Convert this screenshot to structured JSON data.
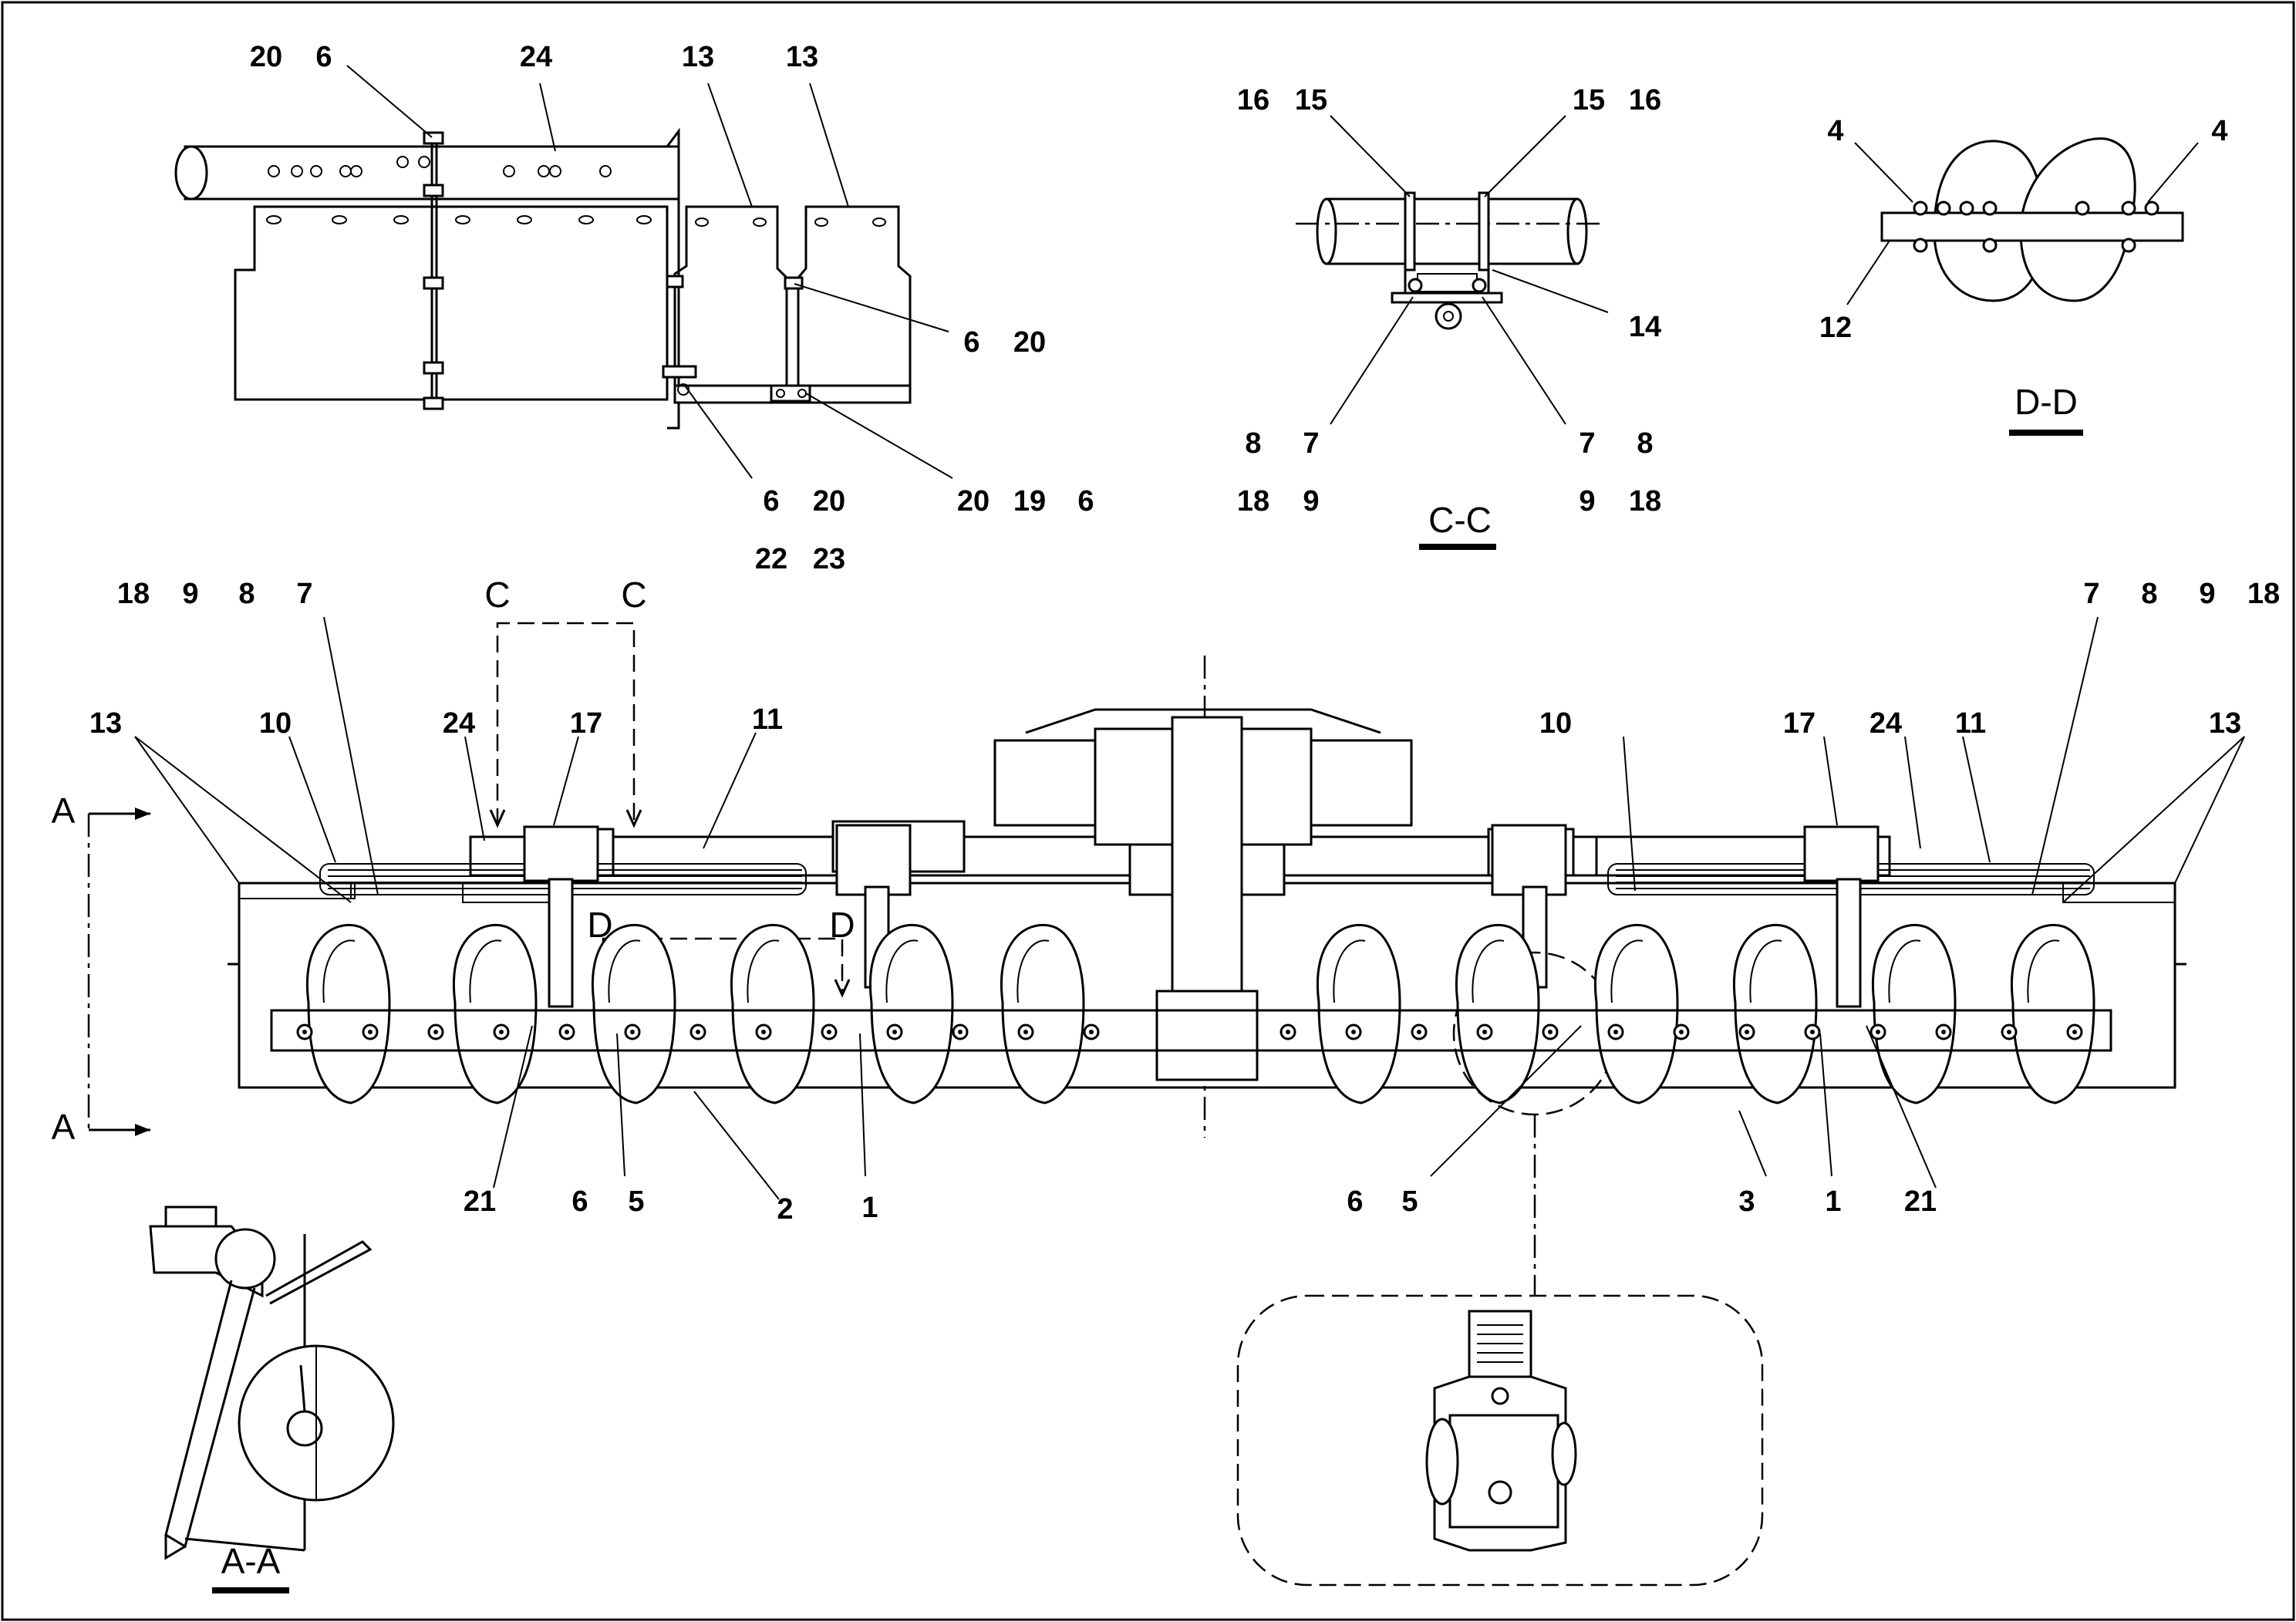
{
  "sections": {
    "cc_title": "C-C",
    "dd_title": "D-D",
    "aa_title": "A-A",
    "cut_c": "C",
    "cut_d": "D",
    "cut_a": "A"
  },
  "callouts": {
    "top_left": [
      "20",
      "6",
      "24",
      "13",
      "13",
      "6",
      "20",
      "6",
      "20",
      "20",
      "19",
      "6",
      "22",
      "23"
    ],
    "cc_view": [
      "16",
      "15",
      "15",
      "16",
      "14",
      "8",
      "7",
      "7",
      "8",
      "18",
      "9",
      "9",
      "18"
    ],
    "dd_view": [
      "4",
      "4",
      "12"
    ],
    "main_top_row": [
      "18",
      "9",
      "8",
      "7",
      "7",
      "8",
      "9",
      "18"
    ],
    "main_upper": [
      "13",
      "10",
      "24",
      "17",
      "11",
      "10",
      "17",
      "24",
      "11",
      "13"
    ],
    "main_lower": [
      "21",
      "6",
      "5",
      "2",
      "1",
      "6",
      "5",
      "3",
      "1",
      "21"
    ]
  },
  "colors": {
    "line": "#000000",
    "background": "#ffffff"
  }
}
